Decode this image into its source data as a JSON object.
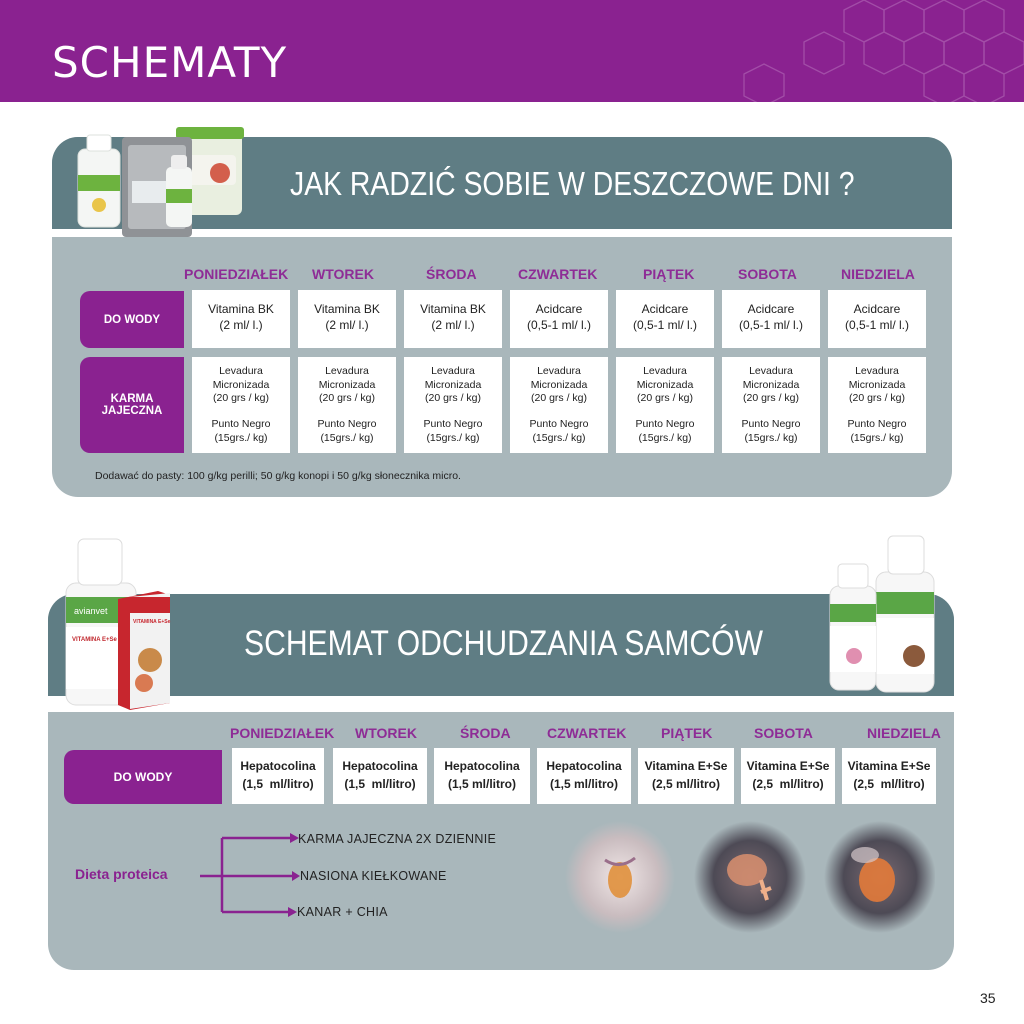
{
  "header": {
    "title": "SCHEMATY"
  },
  "section1": {
    "title": "JAK RADZIĆ SOBIE W DESZCZOWE DNI ?",
    "days": [
      "PONIEDZIAŁEK",
      "WTOREK",
      "ŚRODA",
      "CZWARTEK",
      "PIĄTEK",
      "SOBOTA",
      "NIEDZIELA"
    ],
    "rows": [
      {
        "label": "DO WODY",
        "cells": [
          [
            "Vitamina BK",
            "(2 ml/ l.)"
          ],
          [
            "Vitamina BK",
            "(2 ml/ l.)"
          ],
          [
            "Vitamina BK",
            "(2 ml/ l.)"
          ],
          [
            "Acidcare",
            "(0,5-1 ml/ l.)"
          ],
          [
            "Acidcare",
            "(0,5-1 ml/ l.)"
          ],
          [
            "Acidcare",
            "(0,5-1 ml/ l.)"
          ],
          [
            "Acidcare",
            "(0,5-1 ml/ l.)"
          ]
        ]
      },
      {
        "label": "KARMA JAJECZNA",
        "cells": [
          [
            "Levadura",
            "Micronizada",
            "(20 grs / kg)",
            "Punto Negro",
            "(15grs./ kg)"
          ],
          [
            "Levadura",
            "Micronizada",
            "(20 grs / kg)",
            "Punto Negro",
            "(15grs./ kg)"
          ],
          [
            "Levadura",
            "Micronizada",
            "(20 grs / kg)",
            "Punto Negro",
            "(15grs./ kg)"
          ],
          [
            "Levadura",
            "Micronizada",
            "(20 grs / kg)",
            "Punto Negro",
            "(15grs./ kg)"
          ],
          [
            "Levadura",
            "Micronizada",
            "(20 grs / kg)",
            "Punto Negro",
            "(15grs./ kg)"
          ],
          [
            "Levadura",
            "Micronizada",
            "(20 grs / kg)",
            "Punto Negro",
            "(15grs./ kg)"
          ],
          [
            "Levadura",
            "Micronizada",
            "(20 grs / kg)",
            "Punto Negro",
            "(15grs./ kg)"
          ]
        ]
      }
    ],
    "note": "Dodawać do pasty: 100 g/kg perilli; 50 g/kg konopi i 50 g/kg słonecznika micro."
  },
  "section2": {
    "title": "SCHEMAT ODCHUDZANIA SAMCÓW",
    "days": [
      "PONIEDZIAŁEK",
      "WTOREK",
      "ŚRODA",
      "CZWARTEK",
      "PIĄTEK",
      "SOBOTA",
      "NIEDZIELA"
    ],
    "row": {
      "label": "DO WODY",
      "cells": [
        [
          "Hepatocolina",
          "(1,5  ml/litro)"
        ],
        [
          "Hepatocolina",
          "(1,5  ml/litro)"
        ],
        [
          "Hepatocolina",
          "(1,5 ml/litro)"
        ],
        [
          "Hepatocolina",
          "(1,5 ml/litro)"
        ],
        [
          "Vitamina E+Se",
          "(2,5 ml/litro)"
        ],
        [
          "Vitamina E+Se",
          "(2,5  ml/litro)"
        ],
        [
          "Vitamina E+Se",
          "(2,5  ml/litro)"
        ]
      ]
    },
    "diet": {
      "label": "Dieta proteica",
      "items": [
        "KARMA JAJECZNA 2X DZIENNIE",
        "NASIONA KIEŁKOWANE",
        "KANAR + CHIA"
      ]
    }
  },
  "products": {
    "brand": "avianvet",
    "vitamin_box": "VITAMINA E+Se",
    "vitamin_bottle": "VITAMINA E+Se"
  },
  "page_number": "35",
  "colors": {
    "purple": "#8a2290",
    "day_purple": "#8e2c96",
    "banner": "#5f7d84",
    "panel": "#a9b7bb"
  }
}
